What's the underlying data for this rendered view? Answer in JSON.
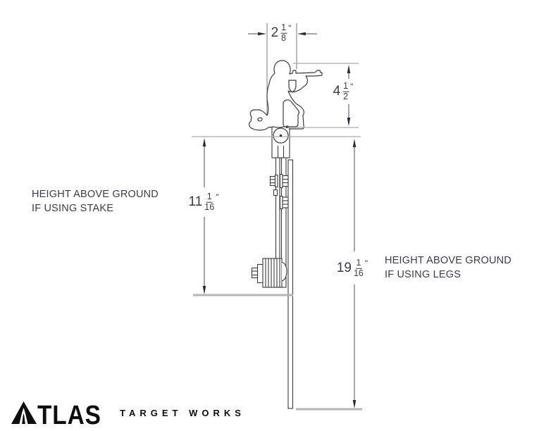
{
  "drawing": {
    "title_context": "Atlas Target Works kneeling shooter target height drawing",
    "dimensions": {
      "target_width": {
        "whole": "2",
        "numerator": "1",
        "denominator": "8",
        "unit": "\""
      },
      "target_height": {
        "whole": "4",
        "numerator": "1",
        "denominator": "2",
        "unit": "\""
      },
      "stake_height": {
        "whole": "11",
        "numerator": "1",
        "denominator": "16",
        "unit": "\""
      },
      "legs_height": {
        "whole": "19",
        "numerator": "1",
        "denominator": "16",
        "unit": "\""
      }
    },
    "annotations": {
      "stake_note_line1": "HEIGHT ABOVE GROUND",
      "stake_note_line2": "IF USING STAKE",
      "legs_note_line1": "HEIGHT ABOVE GROUND",
      "legs_note_line2": "IF USING LEGS"
    },
    "colors": {
      "outline": "#3b3b3b",
      "dimension_line": "#4c4c55",
      "arrow": "#2b2b34",
      "extension_line": "#ababaf",
      "ground_line": "#b6b6b8",
      "text": "#3c3c46",
      "logo": "#0e0e0e"
    }
  },
  "logo": {
    "name": "ATLAS",
    "name_after_mark": "TLAS",
    "tagline": "TARGET WORKS"
  }
}
